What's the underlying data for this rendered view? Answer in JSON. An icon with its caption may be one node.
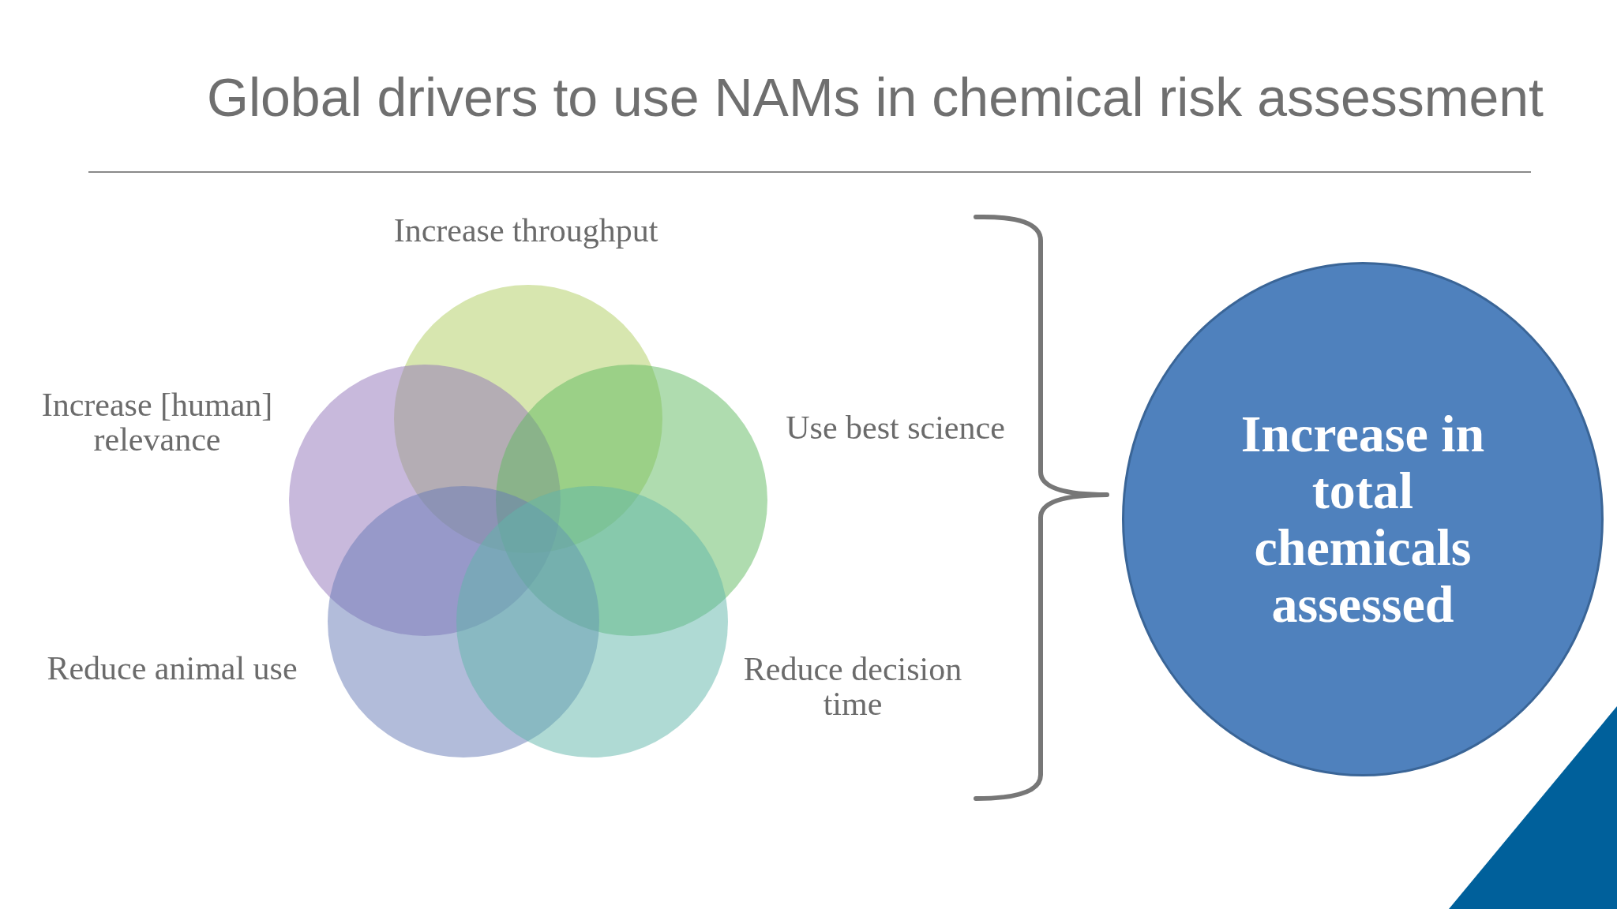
{
  "diagram": {
    "title": "Global drivers to use NAMs in chemical risk assessment",
    "nodes": [
      {
        "text": [],
        "shape": "circle",
        "beside": [
          "Increase throughput"
        ]
      },
      {
        "text": [],
        "shape": "circle",
        "beside": [
          "Increase [human] relevance"
        ]
      },
      {
        "text": [],
        "shape": "circle",
        "beside": [
          "Use best science"
        ]
      },
      {
        "text": [],
        "shape": "circle",
        "beside": [
          "Reduce animal use"
        ]
      },
      {
        "text": [],
        "shape": "circle",
        "beside": [
          "Reduce decision time"
        ]
      },
      {
        "text": [
          "Increase in total chemicals assessed"
        ]
      }
    ]
  }
}
